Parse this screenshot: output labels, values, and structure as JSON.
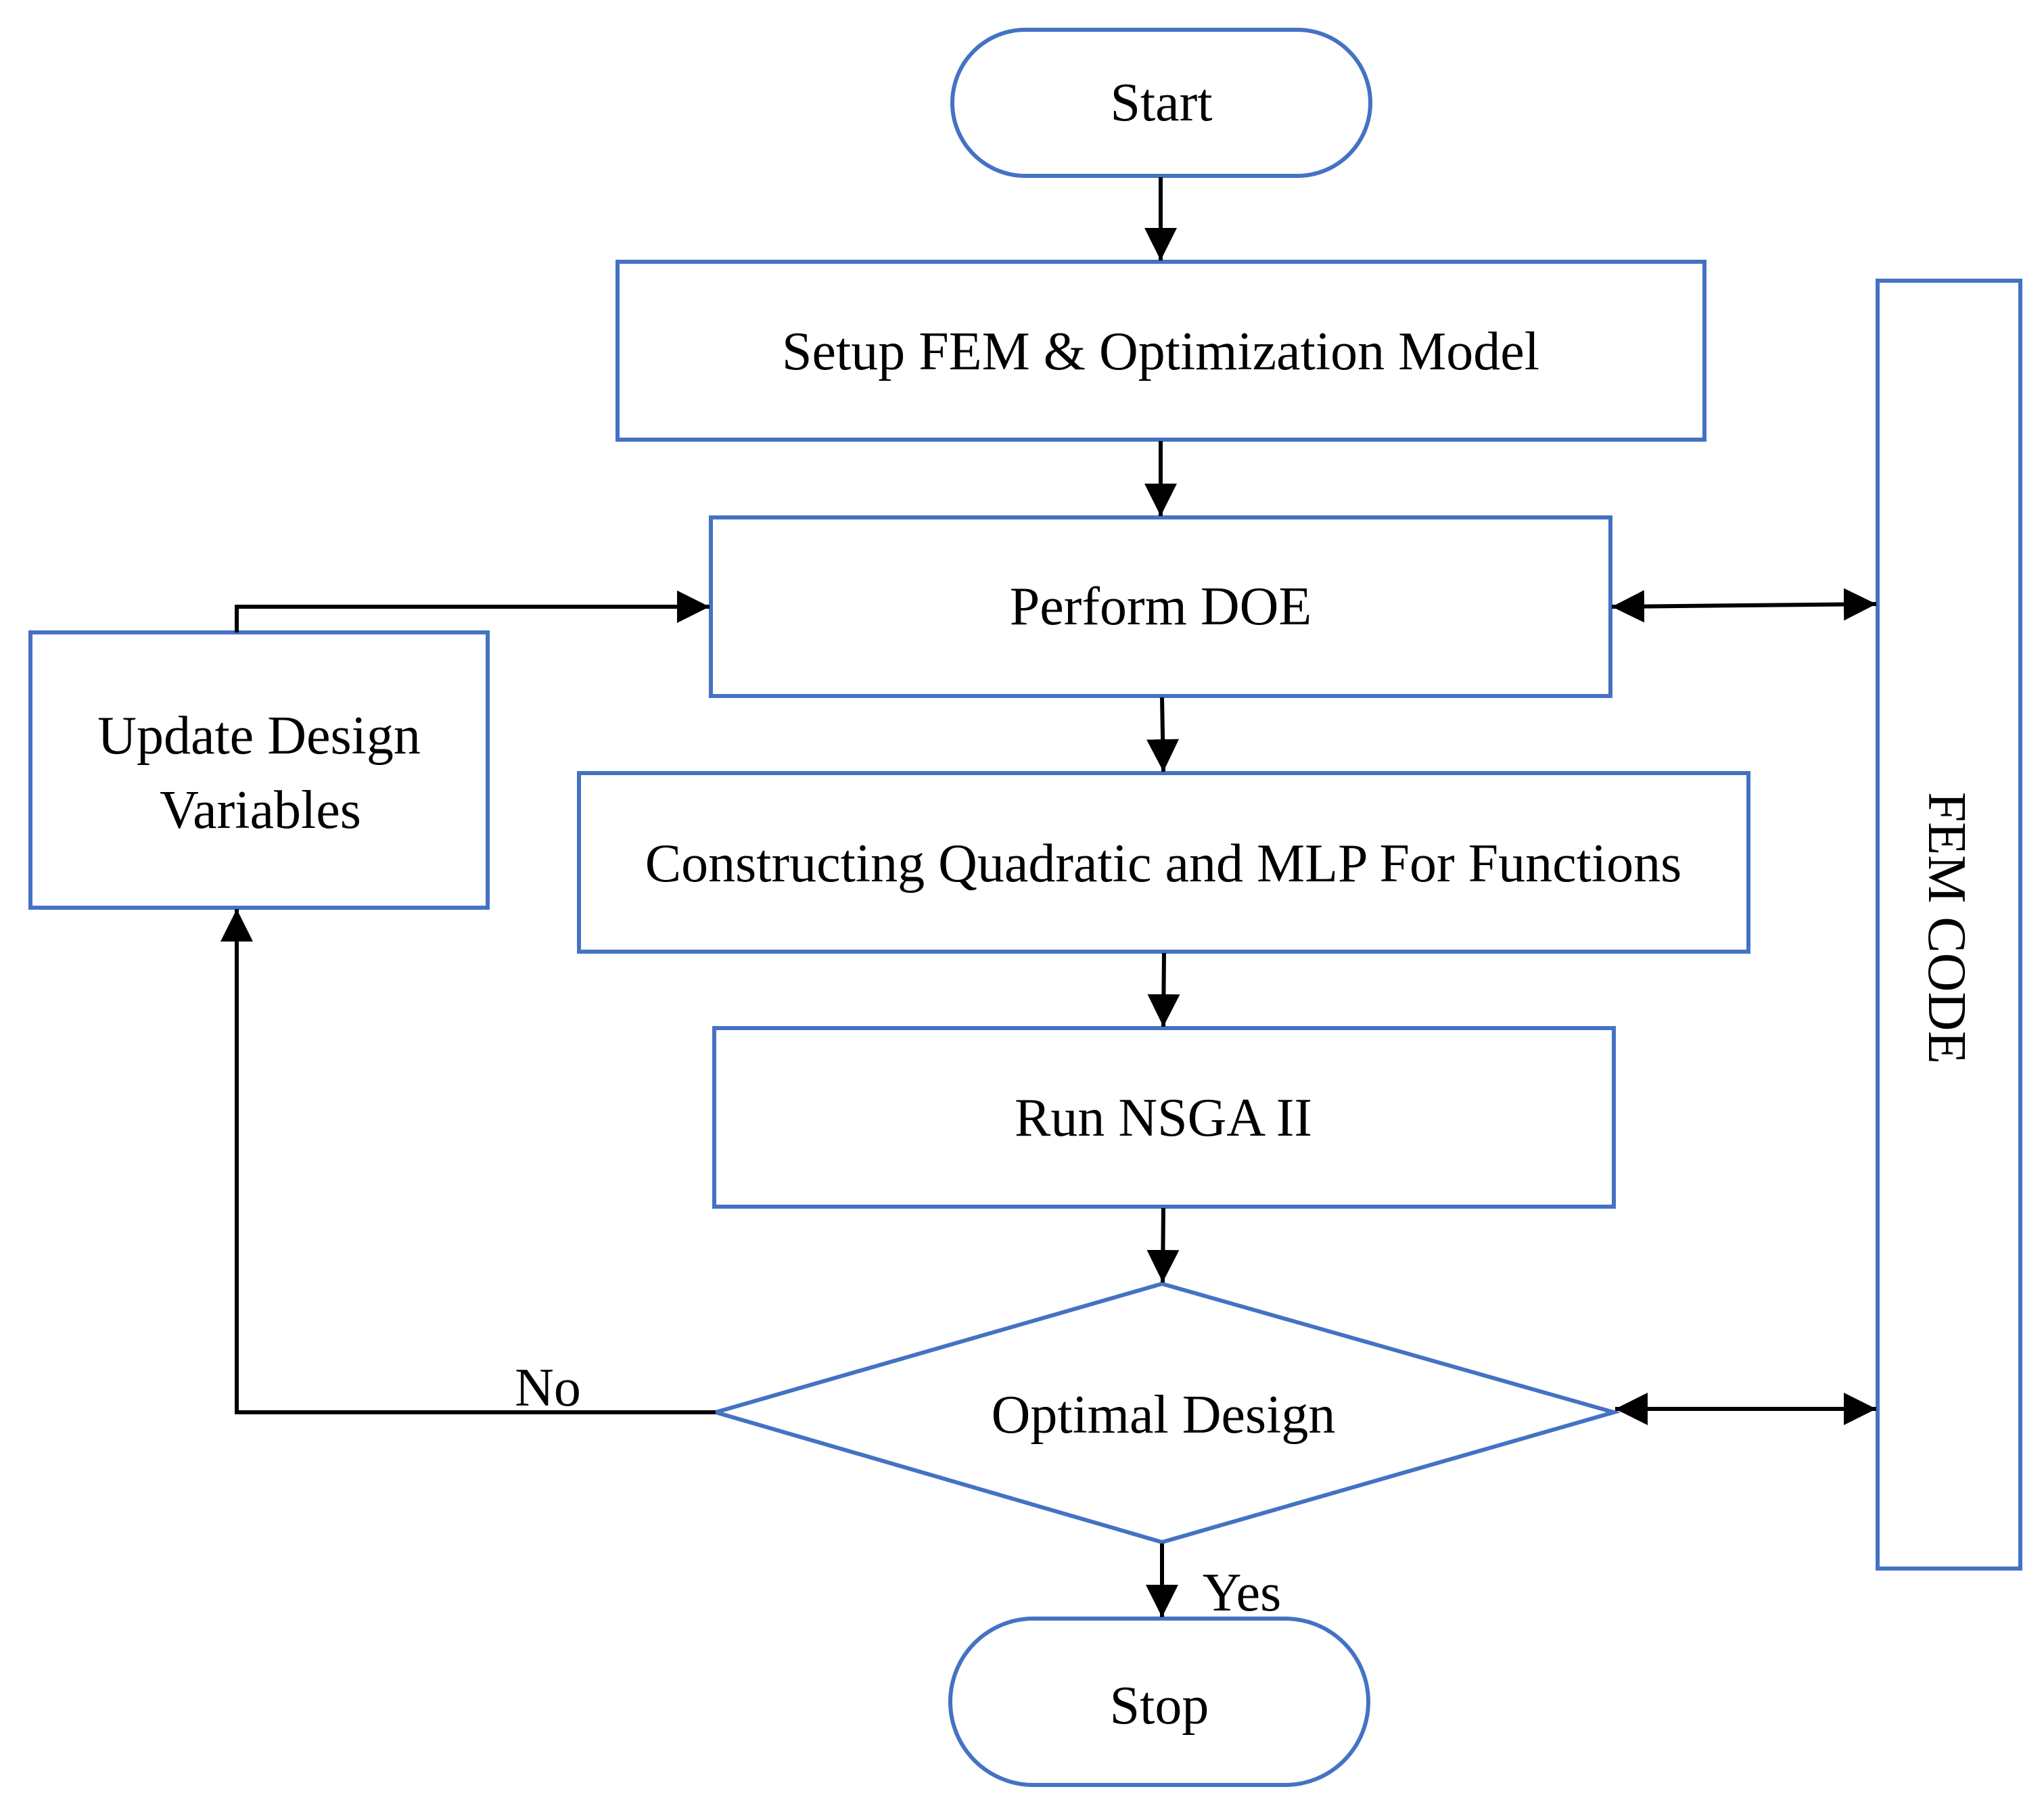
{
  "diagram": {
    "nodes": {
      "start": "Start",
      "setup": "Setup FEM & Optimization Model",
      "doe": "Perform DOE",
      "construct": "Constructing Quadratic and MLP For Functions",
      "nsga": "Run NSGA II",
      "decision": "Optimal Design",
      "stop": "Stop",
      "update_line1": "Update Design",
      "update_line2": "Variables",
      "fem_code": "FEM CODE"
    },
    "edge_labels": {
      "no": "No",
      "yes": "Yes"
    }
  },
  "colors": {
    "shape_stroke": "#4472c4",
    "connector": "#000000",
    "text": "#000000"
  }
}
